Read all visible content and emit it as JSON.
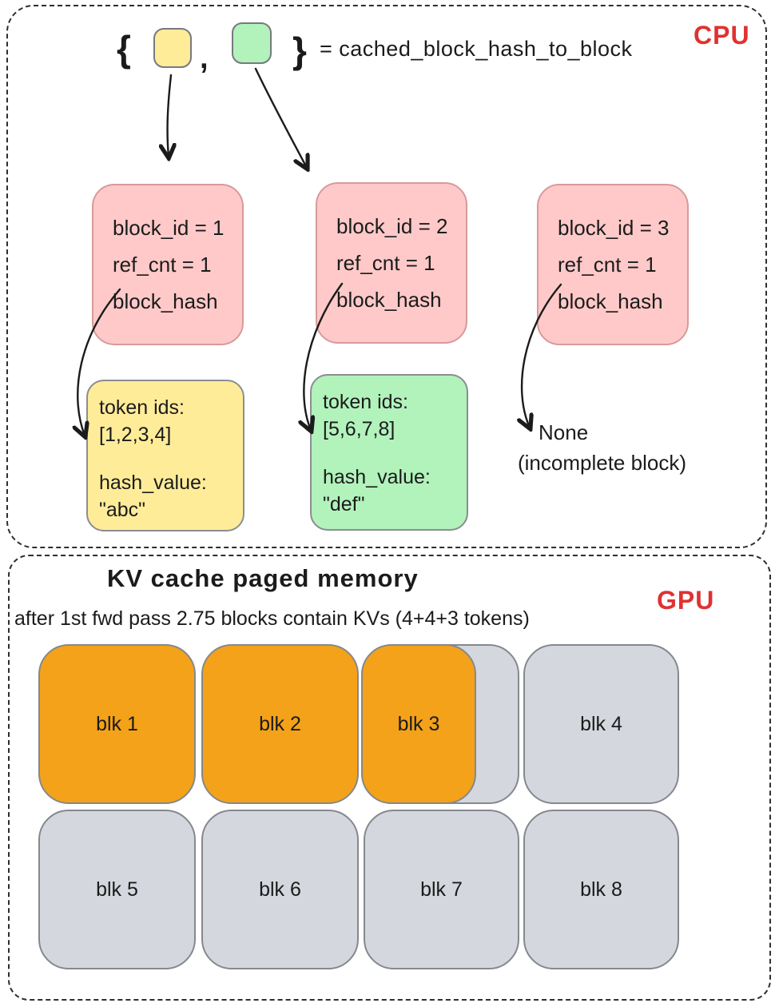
{
  "colors": {
    "pink_fill": "#ffc9c9",
    "pink_stroke": "#d89a9a",
    "yellow_fill": "#ffec99",
    "green_fill": "#b2f2bb",
    "orange_fill": "#f4a219",
    "gray_fill": "#d4d8de",
    "accent_red": "#e03131",
    "ink": "#1b1b1b"
  },
  "cpu": {
    "label": "CPU",
    "legend": {
      "open_brace": "{",
      "comma": ",",
      "close_brace": "}",
      "mapping_text": "= cached_block_hash_to_block"
    },
    "blocks": [
      {
        "block_id": "block_id = 1",
        "ref_cnt": "ref_cnt = 1",
        "block_hash": "block_hash"
      },
      {
        "block_id": "block_id = 2",
        "ref_cnt": "ref_cnt = 1",
        "block_hash": "block_hash"
      },
      {
        "block_id": "block_id = 3",
        "ref_cnt": "ref_cnt = 1",
        "block_hash": "block_hash"
      }
    ],
    "token_boxes": [
      {
        "tokens_label": "token ids:",
        "tokens_value": "[1,2,3,4]",
        "hash_label": "hash_value:",
        "hash_value": "\"abc\""
      },
      {
        "tokens_label": "token ids:",
        "tokens_value": "[5,6,7,8]",
        "hash_label": "hash_value:",
        "hash_value": "\"def\""
      }
    ],
    "none_note": {
      "line1": "None",
      "line2": "(incomplete block)"
    }
  },
  "gpu": {
    "label": "GPU",
    "title": "KV cache paged memory",
    "subtitle": "after 1st fwd pass 2.75 blocks contain KVs (4+4+3 tokens)",
    "blocks": [
      {
        "label": "blk 1",
        "state": "filled"
      },
      {
        "label": "blk 2",
        "state": "filled"
      },
      {
        "label": "blk 3",
        "state": "partial"
      },
      {
        "label": "blk 4",
        "state": "empty"
      },
      {
        "label": "blk 5",
        "state": "empty"
      },
      {
        "label": "blk 6",
        "state": "empty"
      },
      {
        "label": "blk 7",
        "state": "empty"
      },
      {
        "label": "blk 8",
        "state": "empty"
      }
    ]
  }
}
